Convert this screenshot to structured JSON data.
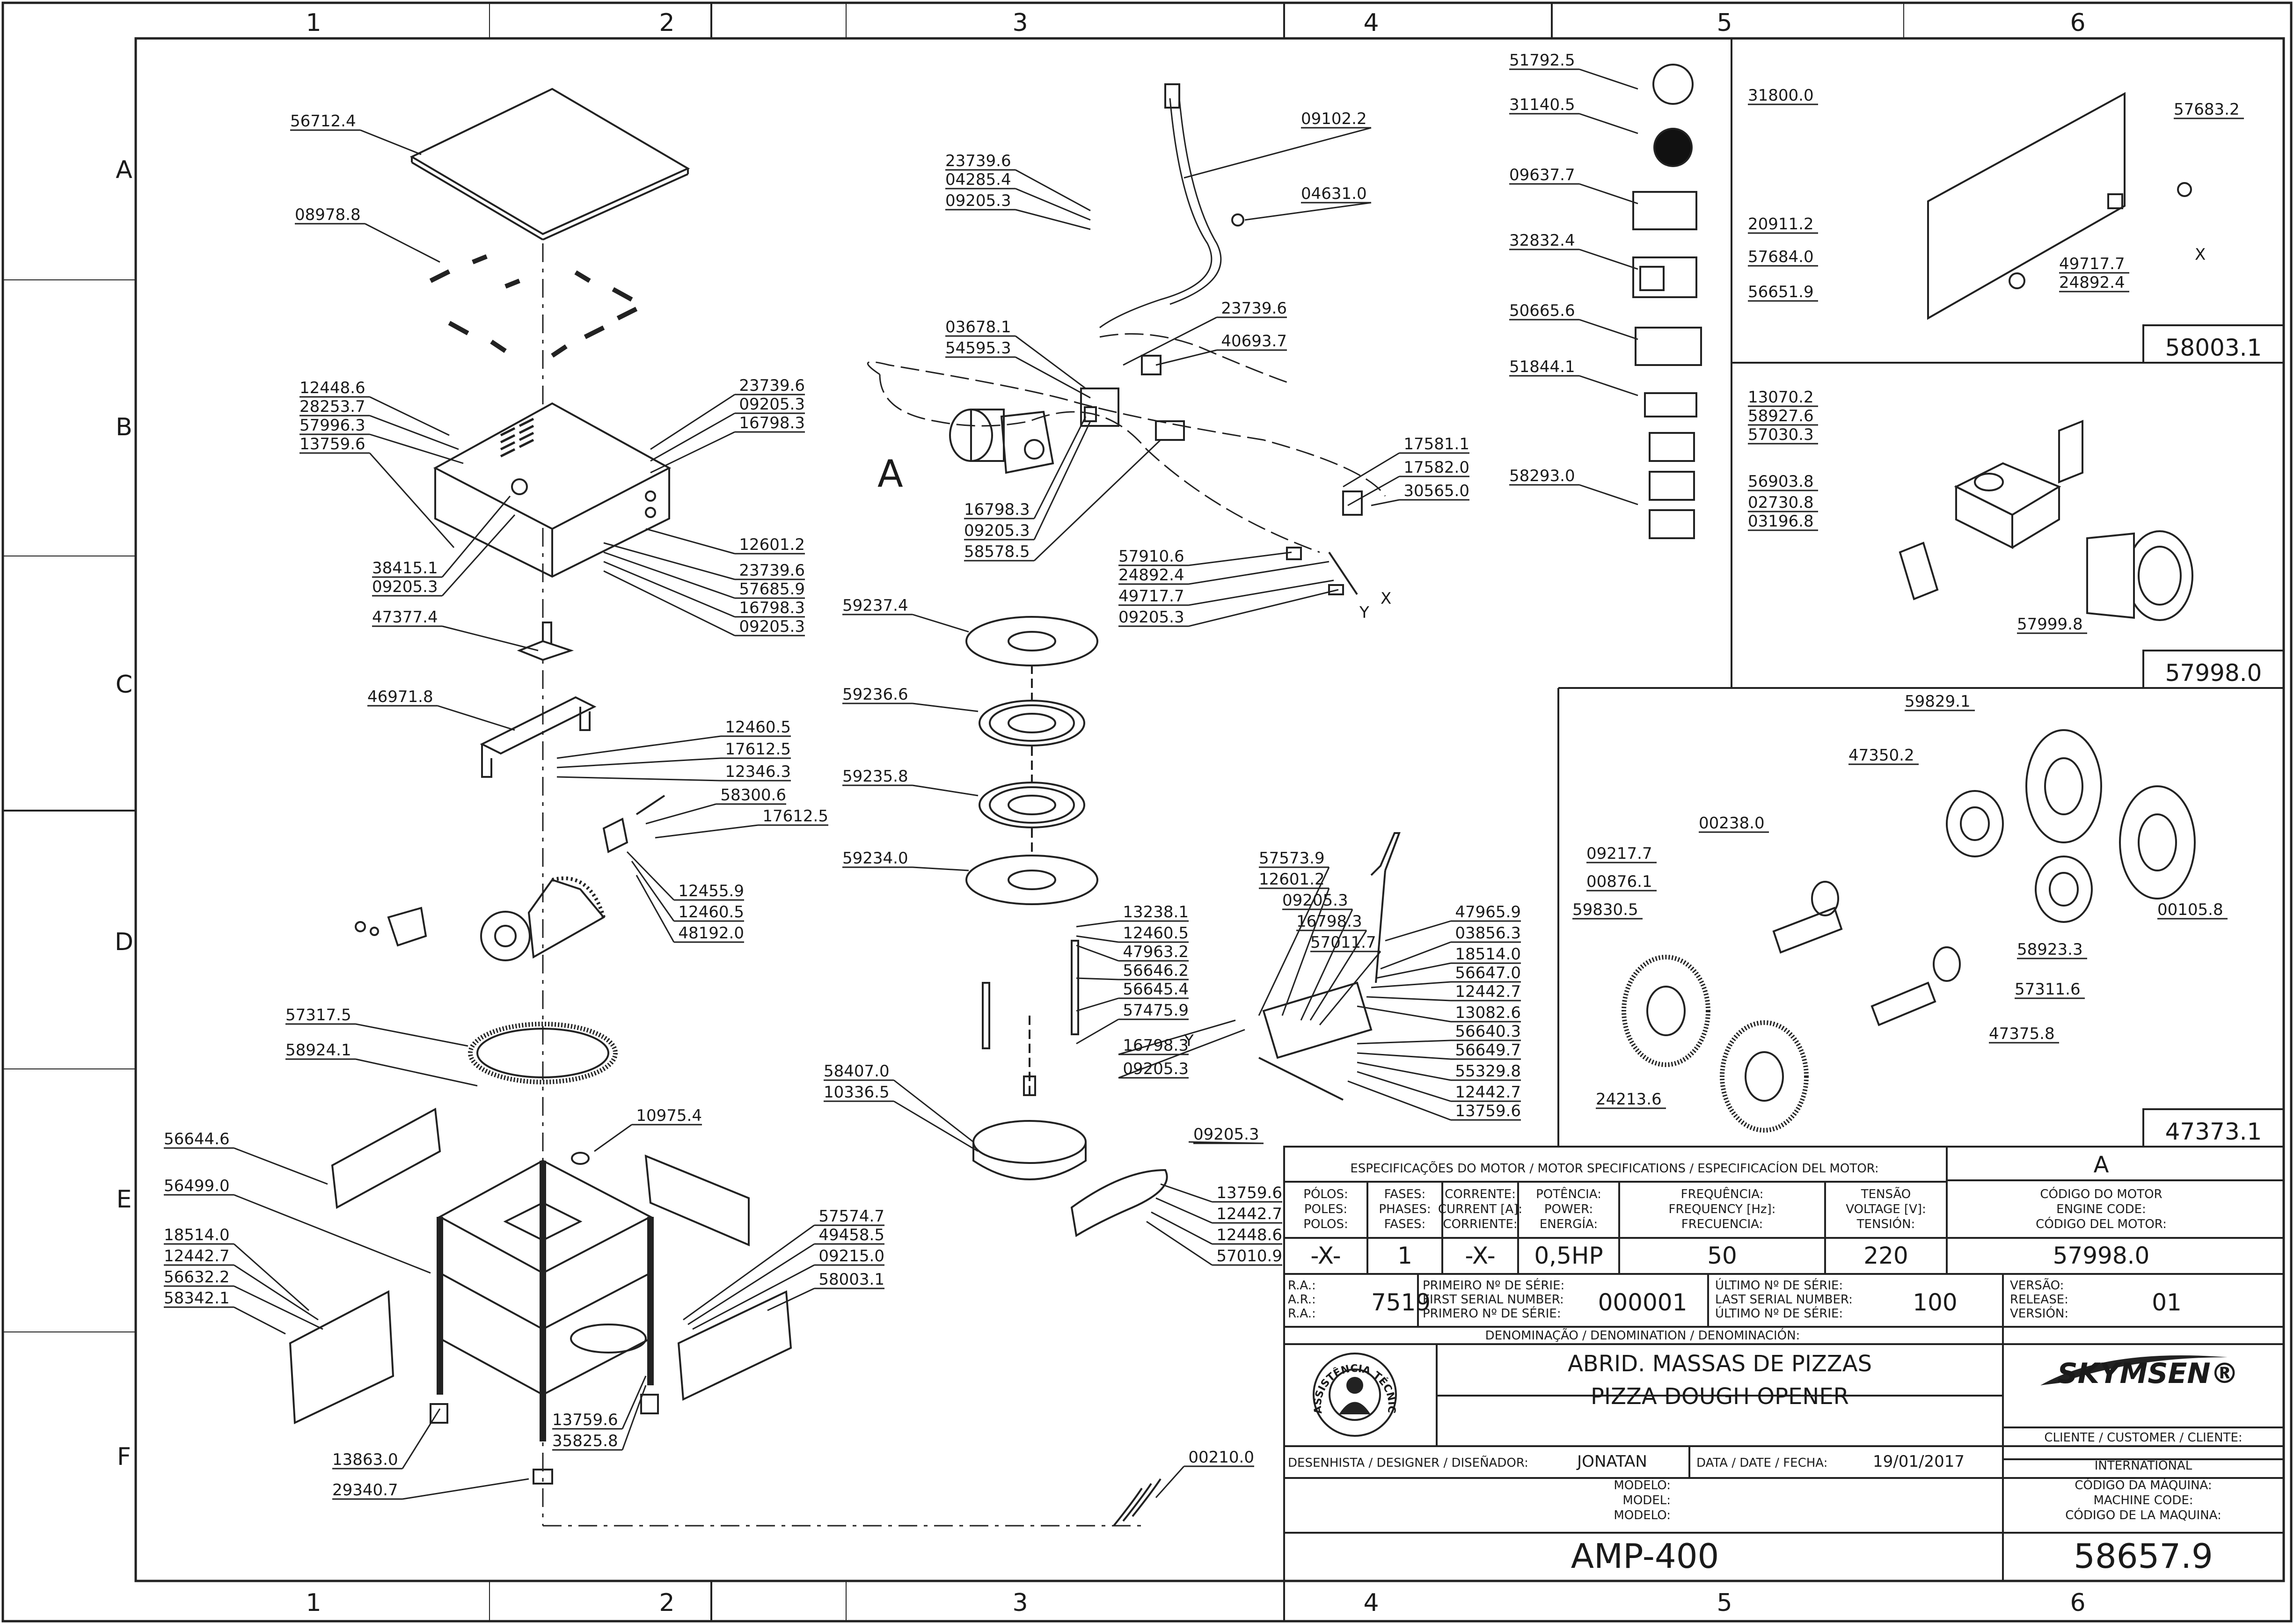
{
  "frame": {
    "columns": [
      "1",
      "2",
      "3",
      "4",
      "5",
      "6"
    ],
    "rows": [
      "A",
      "B",
      "C",
      "D",
      "E",
      "F"
    ]
  },
  "labels": {
    "assembly_main": "A",
    "x": "X",
    "y": "Y"
  },
  "part_numbers": [
    "56712.4",
    "08978.8",
    "12448.6",
    "28253.7",
    "57996.3",
    "13759.6",
    "23739.6",
    "09205.3",
    "16798.3",
    "38415.1",
    "09205.3",
    "47377.4",
    "12601.2",
    "23739.6",
    "57685.9",
    "16798.3",
    "09205.3",
    "46971.8",
    "12460.5",
    "17612.5",
    "12346.3",
    "58300.6",
    "17612.5",
    "12455.9",
    "12460.5",
    "48192.0",
    "57317.5",
    "58924.1",
    "10975.4",
    "56644.6",
    "56499.0",
    "18514.0",
    "12442.7",
    "56632.2",
    "58342.1",
    "57574.7",
    "49458.5",
    "09215.0",
    "58003.1",
    "13759.6",
    "35825.8",
    "13863.0",
    "29340.7",
    "23739.6",
    "04285.4",
    "09205.3",
    "09102.2",
    "04631.0",
    "03678.1",
    "54595.3",
    "23739.6",
    "40693.7",
    "16798.3",
    "09205.3",
    "58578.5",
    "17581.1",
    "17582.0",
    "30565.0",
    "57910.6",
    "24892.4",
    "49717.7",
    "09205.3",
    "59237.4",
    "59236.6",
    "59235.8",
    "59234.0",
    "57573.9",
    "12601.2",
    "09205.3",
    "16798.3",
    "57011.7",
    "47965.9",
    "03856.3",
    "18514.0",
    "56647.0",
    "12442.7",
    "13082.6",
    "56640.3",
    "56649.7",
    "55329.8",
    "12442.7",
    "13759.6",
    "13238.1",
    "12460.5",
    "47963.2",
    "56646.2",
    "56645.4",
    "57475.9",
    "16798.3",
    "09205.3",
    "58407.0",
    "10336.5",
    "09205.3",
    "13759.6",
    "12442.7",
    "12448.6",
    "57010.9",
    "00210.0"
  ],
  "legend_items": [
    "51792.5",
    "31140.5",
    "09637.7",
    "32832.4",
    "50665.6",
    "51844.1",
    "58293.0"
  ],
  "detail_panels": [
    {
      "id": "58003.1",
      "parts": [
        "31800.0",
        "57683.2",
        "20911.2",
        "57684.0",
        "56651.9",
        "49717.7",
        "24892.4"
      ]
    },
    {
      "id": "57998.0",
      "parts": [
        "13070.2",
        "58927.6",
        "57030.3",
        "56903.8",
        "02730.8",
        "03196.8",
        "57999.8"
      ]
    },
    {
      "id": "47373.1",
      "parts": [
        "59829.1",
        "47350.2",
        "00238.0",
        "09217.7",
        "00876.1",
        "59830.5",
        "00105.8",
        "58923.3",
        "57311.6",
        "47375.8",
        "24213.6"
      ]
    }
  ],
  "motor_specs": {
    "header": "ESPECIFICAÇÕES DO MOTOR / MOTOR SPECIFICATIONS / ESPECIFICACÍON DEL MOTOR:",
    "revision_letter": "A",
    "columns": [
      {
        "labels": [
          "PÓLOS:",
          "POLES:",
          "POLOS:"
        ],
        "value": "-X-"
      },
      {
        "labels": [
          "FASES:",
          "PHASES:",
          "FASES:"
        ],
        "value": "1"
      },
      {
        "labels": [
          "CORRENTE:",
          "CURRENT [A]:",
          "CORRIENTE:"
        ],
        "value": "-X-"
      },
      {
        "labels": [
          "POTÊNCIA:",
          "POWER:",
          "ENERGÍA:"
        ],
        "value": "0,5HP"
      },
      {
        "labels": [
          "FREQUÊNCIA:",
          "FREQUENCY [Hz]:",
          "FRECUENCIA:"
        ],
        "value": "50"
      },
      {
        "labels": [
          "TENSÃO",
          "VOLTAGE [V]:",
          "TENSIÓN:"
        ],
        "value": "220"
      },
      {
        "labels": [
          "CÓDIGO DO MOTOR",
          "ENGINE CODE:",
          "CÓDIGO DEL MOTOR:"
        ],
        "value": "57998.0"
      }
    ]
  },
  "title_block": {
    "ra_labels": [
      "R.A.:",
      "A.R.:",
      "R.A.:"
    ],
    "ra_value": "7519",
    "first_serial_labels": [
      "PRIMEIRO Nº DE SÉRIE:",
      "FIRST SERIAL NUMBER:",
      "PRIMERO Nº DE SÉRIE:"
    ],
    "first_serial": "000001",
    "last_serial_labels": [
      "ÚLTIMO Nº DE SÉRIE:",
      "LAST SERIAL NUMBER:",
      "ÚLTIMO Nº DE SÉRIE:"
    ],
    "last_serial": "100",
    "version_labels": [
      "VERSÃO:",
      "RELEASE:",
      "VERSIÓN:"
    ],
    "version": "01",
    "denomination_label": "DENOMINAÇÃO / DENOMINATION / DENOMINACIÓN:",
    "name_pt": "ABRID. MASSAS DE PIZZAS",
    "name_en": "PIZZA DOUGH OPENER",
    "brand": "SKYMSEN®",
    "seal_text": "ASSISTÊNCIA TÉCNICA AUTORIZADA",
    "client_label": "CLIENTE / CUSTOMER / CLIENTE:",
    "client": "INTERNATIONAL",
    "designer_label": "DESENHISTA / DESIGNER / DISEÑADOR:",
    "designer": "JONATAN",
    "date_label": "DATA / DATE / FECHA:",
    "date": "19/01/2017",
    "model_labels": [
      "MODELO:",
      "MODEL:",
      "MODELO:"
    ],
    "model": "AMP-400",
    "machine_code_labels": [
      "CÓDIGO DA MÁQUINA:",
      "MACHINE CODE:",
      "CÓDIGO DE LA MAQUINA:"
    ],
    "machine_code": "58657.9"
  }
}
